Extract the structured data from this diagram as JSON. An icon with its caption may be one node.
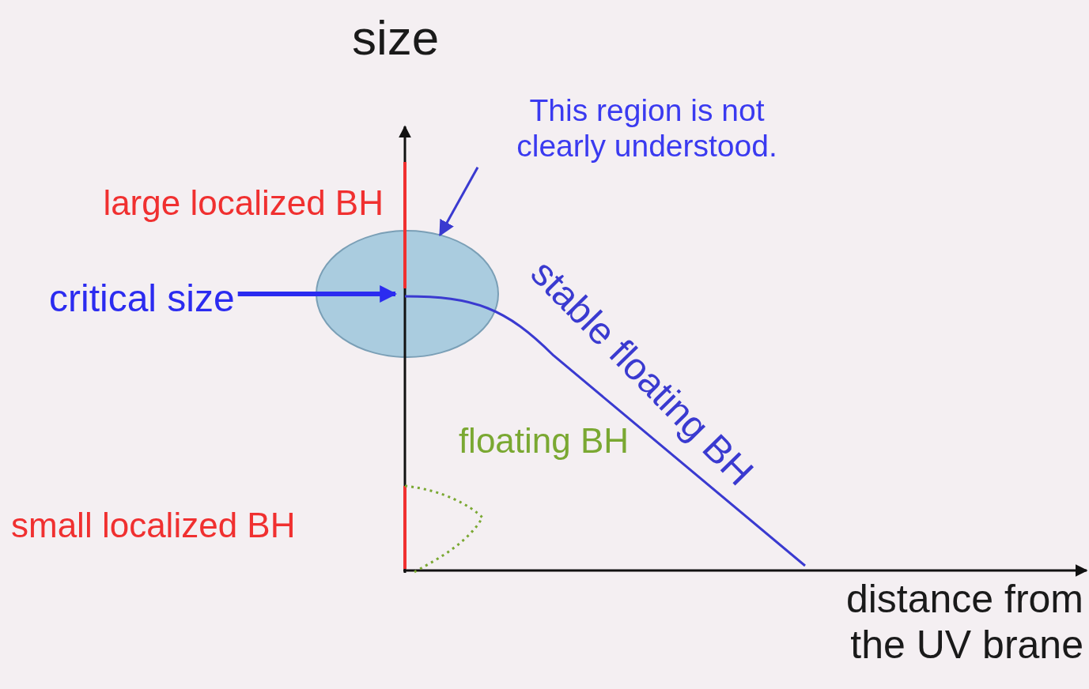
{
  "diagram": {
    "nodes": [
      {
        "text": [
          "This region is not clearly understood."
        ]
      },
      {
        "text": [],
        "shape": "circle"
      },
      {
        "text": [
          "critical size"
        ]
      }
    ],
    "edges": [
      {
        "from": 0,
        "to": 1,
        "arrow": "to"
      },
      {
        "from": 2,
        "to": 1,
        "arrow": "to",
        "style": "thick"
      }
    ],
    "labels": [
      "size",
      "large localized BH",
      "stable floating BH",
      "floating BH",
      "small localized BH",
      "distance from the UV brane"
    ]
  }
}
